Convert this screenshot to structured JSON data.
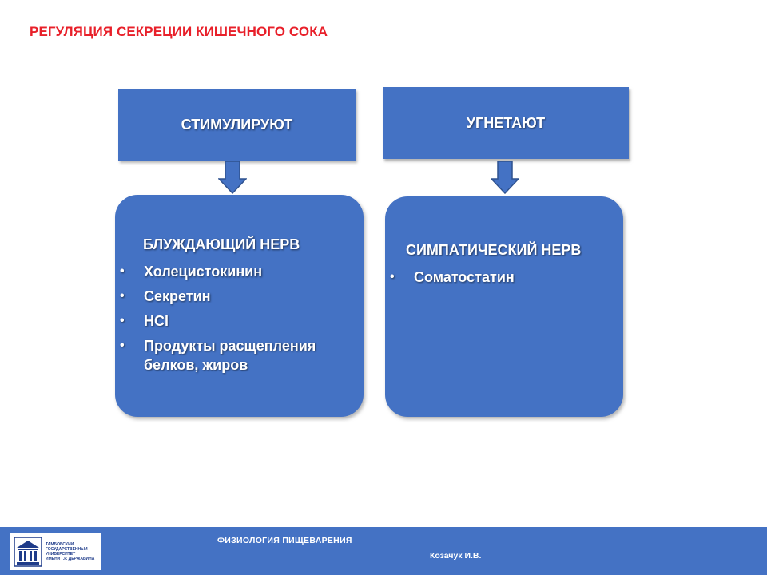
{
  "slide": {
    "title": "РЕГУЛЯЦИЯ СЕКРЕЦИИ КИШЕЧНОГО СОКА"
  },
  "stimulate": {
    "header": "СТИМУЛИРУЮТ",
    "heading": "БЛУЖДАЮЩИЙ НЕРВ",
    "bullet_glyph": "•",
    "items": [
      "Холецистокинин",
      "Секретин",
      "HCl",
      "Продукты расщепления белков, жиров"
    ]
  },
  "inhibit": {
    "header": "УГНЕТАЮТ",
    "heading": "СИМПАТИЧЕСКИЙ НЕРВ",
    "bullet_glyph": "•",
    "items": [
      "Соматостатин"
    ]
  },
  "footer": {
    "logo_lines": [
      "ТАМБОВСКИЙ",
      "ГОСУДАРСТВЕННЫЙ",
      "УНИВЕРСИТЕТ",
      "ИМЕНИ Г.Р. ДЕРЖАВИНА"
    ],
    "subject": "ФИЗИОЛОГИЯ  ПИЩЕВАРЕНИЯ",
    "author": "Козачук И.В."
  },
  "colors": {
    "box_fill": "#4472c4",
    "title_red": "#e8202a",
    "arrow_fill": "#4472c4",
    "arrow_stroke": "#2f528f"
  },
  "icons": {
    "logo": "university-building-emblem",
    "arrow": "down-arrow-icon"
  }
}
